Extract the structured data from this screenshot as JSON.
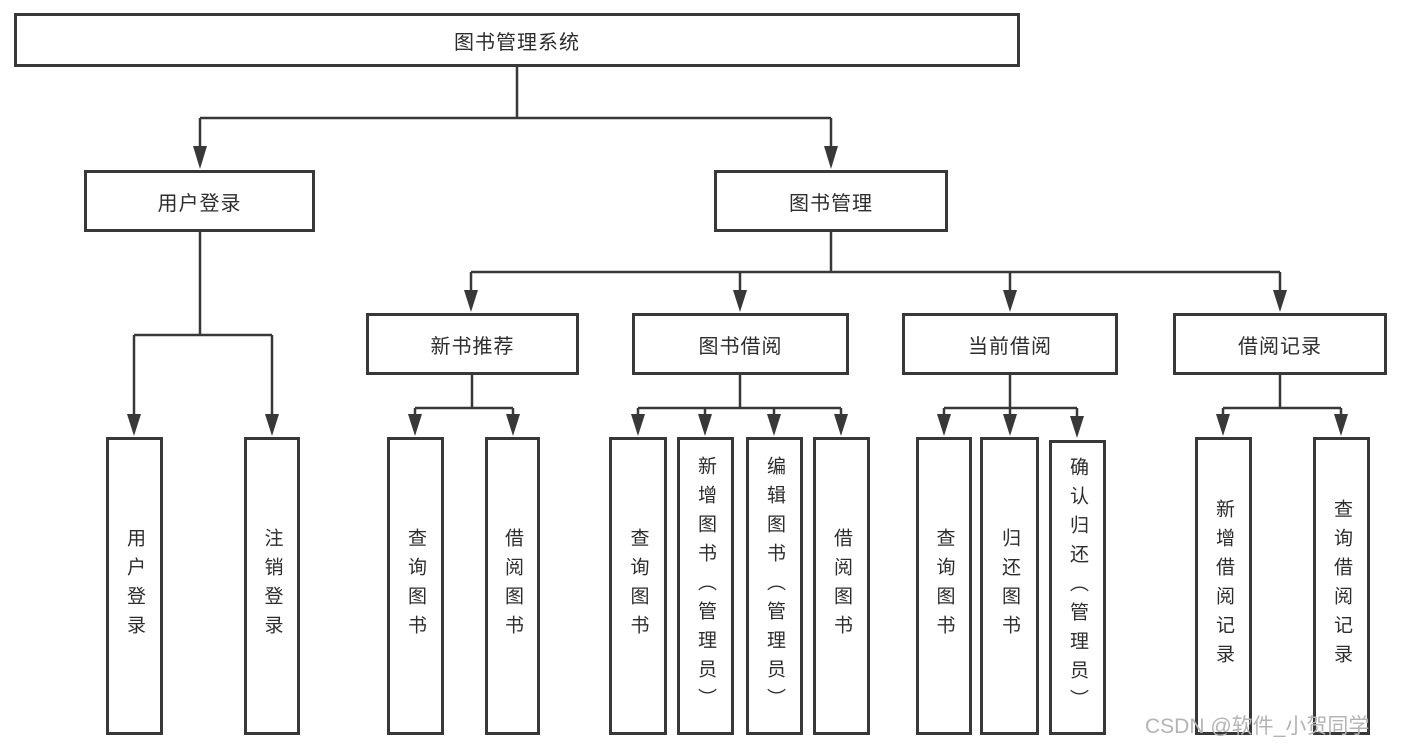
{
  "colors": {
    "line": "#383838",
    "text": "#2d2d2d",
    "watermark": "#b4b4b4",
    "background": "#ffffff"
  },
  "watermark": {
    "text": "CSDN @软件_小贺同学"
  },
  "tree": {
    "root": {
      "label": "图书管理系统"
    },
    "branches": [
      {
        "label": "用户登录",
        "leaves": [
          {
            "label": "用户登录"
          },
          {
            "label": "注销登录"
          }
        ]
      },
      {
        "label": "图书管理",
        "groups": [
          {
            "label": "新书推荐",
            "leaves": [
              {
                "label": "查询图书"
              },
              {
                "label": "借阅图书"
              }
            ]
          },
          {
            "label": "图书借阅",
            "leaves": [
              {
                "label": "查询图书"
              },
              {
                "label": "新增图书（管理员）"
              },
              {
                "label": "编辑图书（管理员）"
              },
              {
                "label": "借阅图书"
              }
            ]
          },
          {
            "label": "当前借阅",
            "leaves": [
              {
                "label": "查询图书"
              },
              {
                "label": "归还图书"
              },
              {
                "label": "确认归还（管理员）"
              }
            ]
          },
          {
            "label": "借阅记录",
            "leaves": [
              {
                "label": "新增借阅记录"
              },
              {
                "label": "查询借阅记录"
              }
            ]
          }
        ]
      }
    ]
  }
}
